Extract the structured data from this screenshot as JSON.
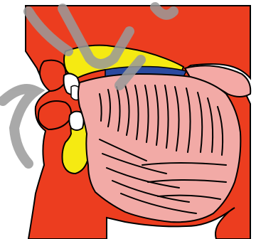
{
  "colors": {
    "background": "#ffffff",
    "tissue": "#ec3d1f",
    "outline": "#000000",
    "tongue": "#f2aaa6",
    "velum": "#f4a9a5",
    "bone": "#f5ea12",
    "hard_palate_contact": "#2b4aa0",
    "teeth": "#ffffff",
    "watermark": "#9a9a9a"
  },
  "figure": {
    "kind": "midsagittal-head-section",
    "regions": [
      "lips",
      "teeth",
      "hard-palate",
      "velum",
      "tongue",
      "jaw-bone",
      "pharynx"
    ]
  }
}
